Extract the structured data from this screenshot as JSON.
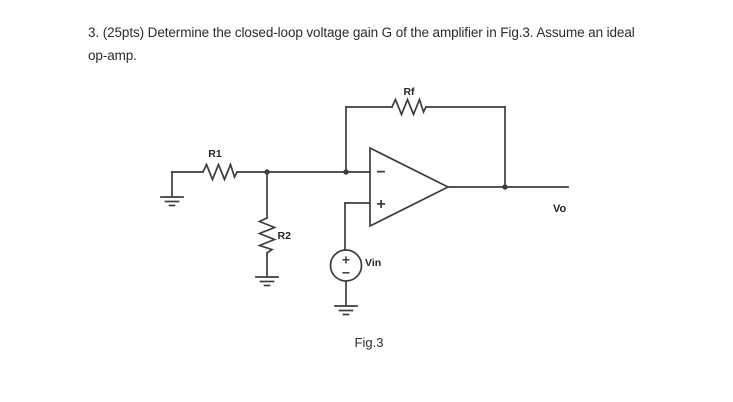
{
  "problem": {
    "text_line1": "3. (25pts) Determine the closed-loop voltage gain G of the amplifier in Fig.3. Assume an ideal",
    "text_line2": "op-amp."
  },
  "circuit": {
    "caption": "Fig.3",
    "labels": {
      "r1": "R1",
      "rf": "Rf",
      "r2": "R2",
      "vin": "Vin",
      "vo": "Vo"
    },
    "signs": {
      "opamp_inverting": "−",
      "opamp_noninverting": "+",
      "source_plus": "+",
      "source_minus": "−"
    },
    "colors": {
      "wire": "#3d3d3d",
      "label_text": "#262626",
      "background": "#ffffff"
    }
  }
}
